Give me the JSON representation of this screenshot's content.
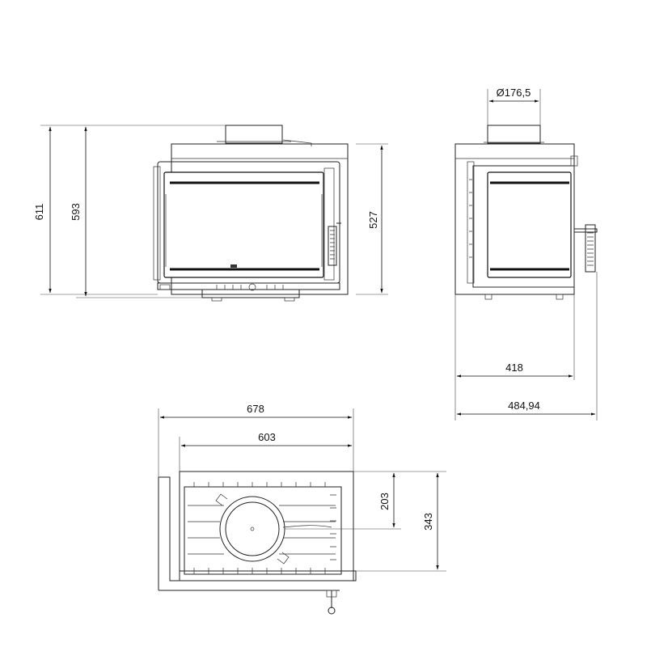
{
  "dimensions": {
    "front_total_height": "611",
    "front_body_height": "593",
    "front_side_height": "527",
    "flue_diameter": "Ø176,5",
    "side_depth": "418",
    "side_total_depth": "484,94",
    "top_total_width": "678",
    "top_body_width": "603",
    "top_flue_offset": "203",
    "top_total_depth": "343"
  }
}
